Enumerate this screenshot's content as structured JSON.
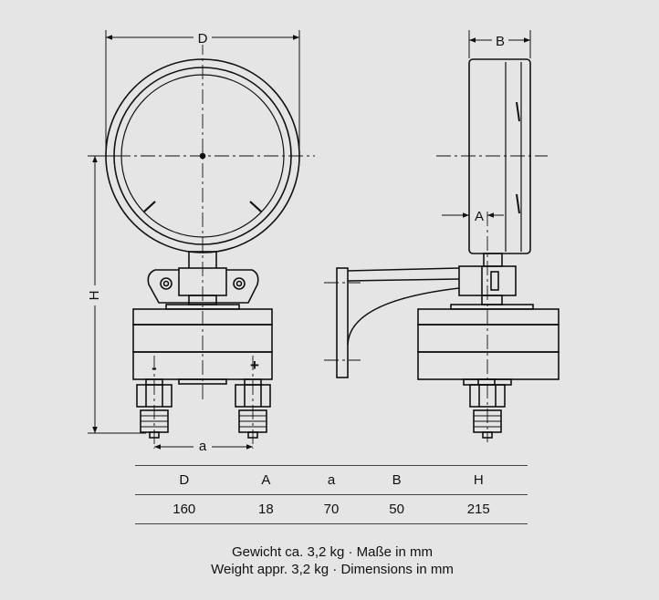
{
  "labels": {
    "D": "D",
    "B": "B",
    "A": "A",
    "H": "H",
    "a": "a",
    "minus": "-",
    "plus": "+"
  },
  "table": {
    "headers": [
      "D",
      "A",
      "a",
      "B",
      "H"
    ],
    "values": [
      "160",
      "18",
      "70",
      "50",
      "215"
    ]
  },
  "notes": {
    "german": "Gewicht ca. 3,2 kg · Maße in mm",
    "english": "Weight appr. 3,2 kg · Dimensions in mm"
  },
  "colors": {
    "background": "#e5e5e5",
    "line": "#111111"
  }
}
